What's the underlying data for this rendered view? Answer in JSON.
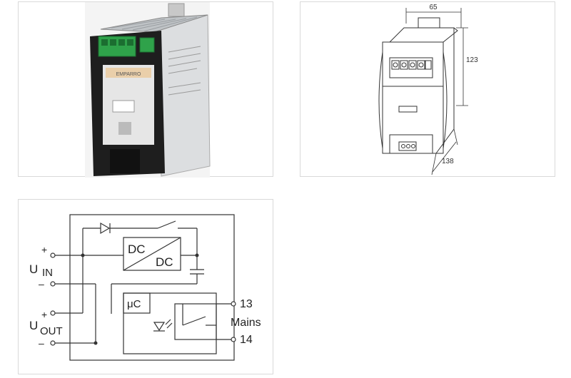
{
  "product_photo": {
    "label_lines": [
      "EMPARRO"
    ]
  },
  "dimension_drawing": {
    "width_label": "65",
    "height_label": "123",
    "depth_label": "138"
  },
  "circuit": {
    "dc_in_label": "DC",
    "dc_out_label": "DC",
    "uc_label": "μC",
    "u_label": "U",
    "in_label": "IN",
    "out_label": "OUT",
    "plus_in": "+",
    "minus_in": "–",
    "plus_out": "+",
    "minus_out": "–",
    "terminal_13": "13",
    "terminal_14": "14",
    "mains_label": "Mains"
  },
  "colors": {
    "terminal_green": "#2fa24a",
    "housing_black": "#1e1e1e",
    "housing_silver": "#d7d9db",
    "line": "#333333"
  }
}
